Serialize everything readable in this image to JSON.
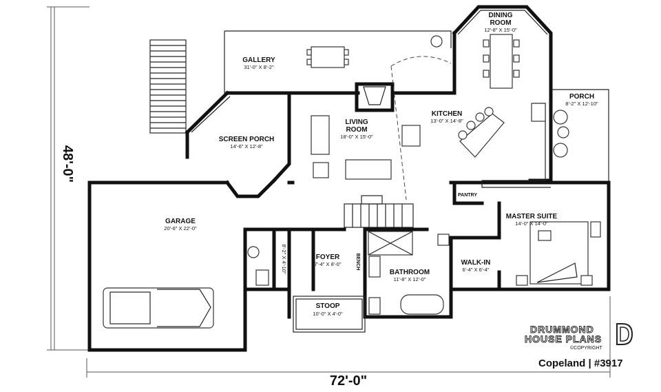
{
  "dimensions": {
    "width_label": "72'-0\"",
    "depth_label": "48'-0\""
  },
  "rooms": {
    "dining": {
      "name_line1": "DINING",
      "name_line2": "ROOM",
      "size": "12'-8\" X 15'-0\""
    },
    "gallery": {
      "name": "GALLERY",
      "size": "31'-0\" X 8'-2\""
    },
    "porch": {
      "name": "PORCH",
      "size": "8'-2\" X 12'-10\""
    },
    "kitchen": {
      "name": "KITCHEN",
      "size": "13'-0\" X 14'-8\""
    },
    "living": {
      "name_line1": "LIVING",
      "name_line2": "ROOM",
      "size": "18'-0\" X 15'-0\""
    },
    "screen_porch": {
      "name": "SCREEN PORCH",
      "size": "14'-6\" X 12'-8\""
    },
    "pantry": {
      "name": "PANTRY"
    },
    "garage": {
      "name": "GARAGE",
      "size": "20'-6\" X 22'-0\""
    },
    "master": {
      "name": "MASTER SUITE",
      "size": "14'-0\" X 14'-0\""
    },
    "foyer": {
      "name": "FOYER",
      "size": "7'-4\" X 8'-0\""
    },
    "powder": {
      "size": "8'-2\" X 4'-10\""
    },
    "bench": {
      "name": "BENCH"
    },
    "bathroom": {
      "name": "BATHROOM",
      "size": "11'-8\" X 12'-0\""
    },
    "walkin": {
      "name": "WALK-IN",
      "size": "6'-4\" X 6'-4\""
    },
    "stoop": {
      "name": "STOOP",
      "size": "10'-0\" X 4'-0\""
    }
  },
  "brand": {
    "line1": "DRUMMOND",
    "line2": "HOUSE PLANS",
    "copyright": "©COPYRIGHT",
    "caption": "Copeland | #3917"
  }
}
